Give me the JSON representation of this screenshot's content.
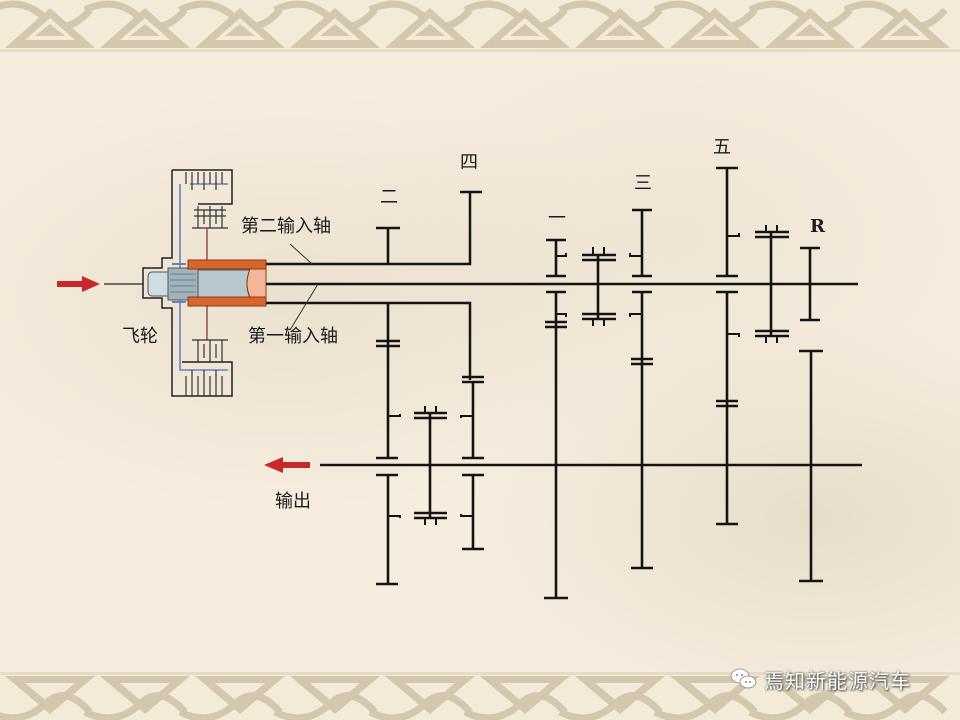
{
  "slide": {
    "background_color": "#f6eddf",
    "border_color": "#d3c8ad"
  },
  "labels": {
    "gear_2": "二",
    "gear_4": "四",
    "gear_1": "一",
    "gear_3": "三",
    "gear_5": "五",
    "gear_R": "R",
    "second_input_shaft": "第二输入轴",
    "first_input_shaft": "第一输入轴",
    "flywheel": "飞轮",
    "output": "输出"
  },
  "arrows": {
    "input_arrow": {
      "direction": "right",
      "color": "#c8282a"
    },
    "output_arrow": {
      "direction": "left",
      "color": "#c8282a"
    }
  },
  "colors": {
    "line": "#141414",
    "clutch_blue": "#6b7fc4",
    "clutch_red": "#9c4a4a",
    "sleeve_orange": "#d6662c",
    "shaft_gray": "#a9b8bf",
    "accent_arrow": "#c8282a"
  },
  "watermark": {
    "icon": "wechat-icon",
    "text": "焉知新能源汽车"
  }
}
